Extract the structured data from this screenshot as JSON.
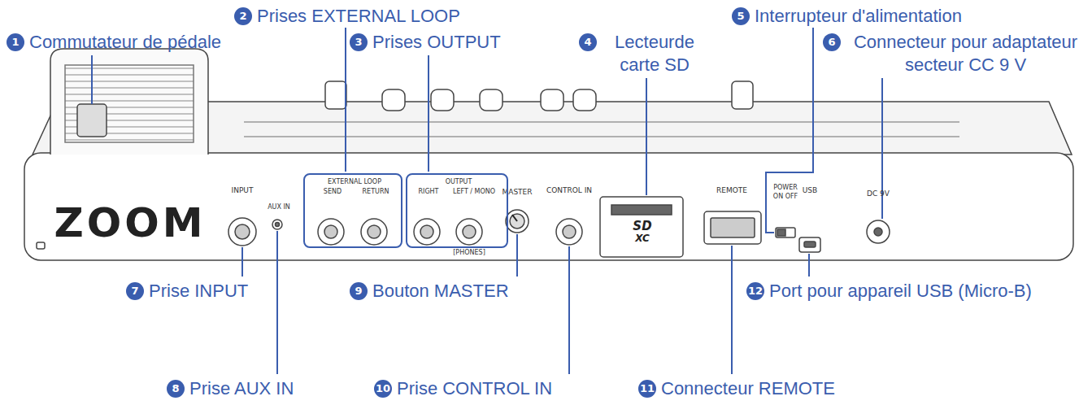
{
  "diagram": {
    "nodes": [
      {
        "text": [
          "EXTERNAL LOOP",
          "SEND",
          "RETURN"
        ]
      },
      {
        "text": [
          "OUTPUT",
          "RIGHT",
          "LEFT / MONO"
        ]
      }
    ],
    "labels": [
      "1",
      "Commutateur de pédale",
      "2",
      "Prises EXTERNAL LOOP",
      "3",
      "Prises OUTPUT",
      "4",
      "Lecteurde carte SD",
      "5",
      "Interrupteur d'alimentation",
      "6",
      "Connecteur pour adaptateur secteur CC 9 V",
      "7",
      "Prise INPUT",
      "8",
      "Prise AUX IN",
      "9",
      "Bouton MASTER",
      "10",
      "Prise CONTROL IN",
      "11",
      "Connecteur REMOTE",
      "12",
      "Port pour appareil USB (Micro-B)",
      "ZOOM",
      "INPUT",
      "AUX IN",
      "MASTER",
      "CONTROL IN",
      "REMOTE",
      "USB",
      "POWER",
      "ON OFF",
      "DC 9V",
      "SD",
      "XC",
      "[PHONES]"
    ]
  }
}
